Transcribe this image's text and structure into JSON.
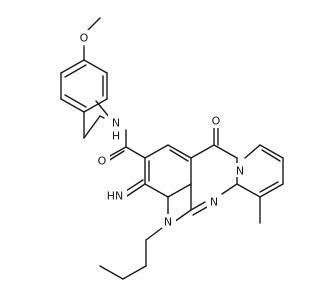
{
  "diagram": {
    "type": "chemical-structure",
    "labels": {
      "o_methoxy": "O",
      "nh_amide": "N",
      "nh_amide_h": "H",
      "o_amide": "O",
      "o_ketone": "O",
      "n_pyrido": "N",
      "n_imine": "NH",
      "n_alkyl": "N",
      "n_pyrimidine": "N",
      "imino_label": "HN"
    }
  }
}
